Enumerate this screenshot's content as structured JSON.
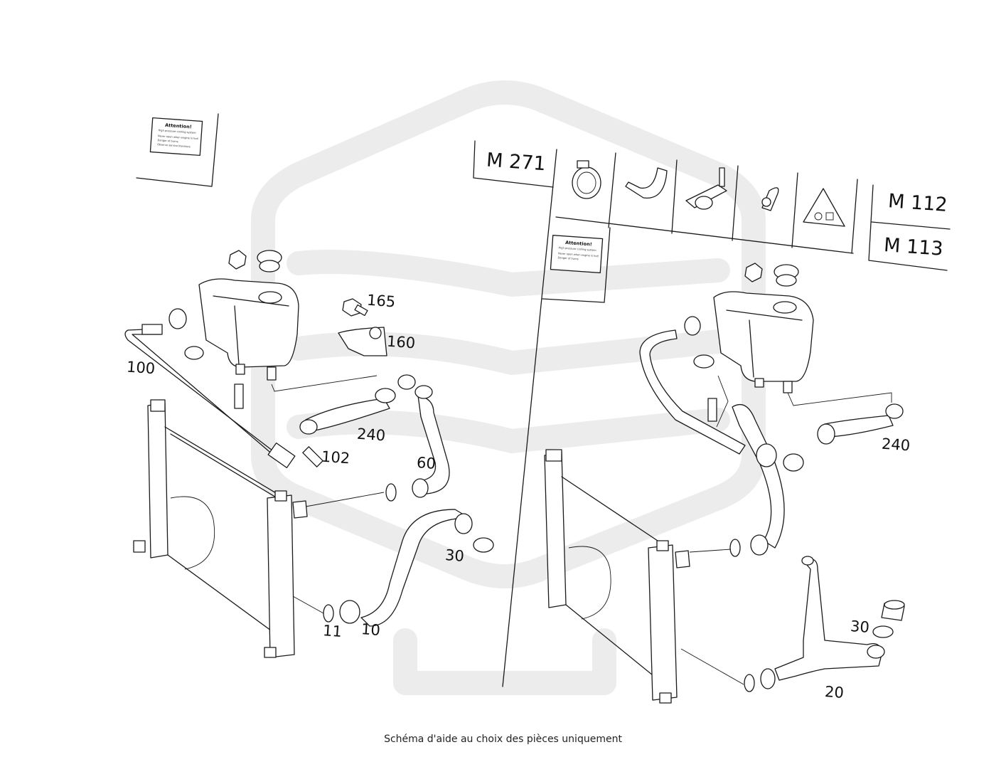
{
  "engines": {
    "left": "M 271",
    "right_top": "M 112",
    "right_bottom": "M 113"
  },
  "labels": {
    "head": "Attention!",
    "sub": "High pressure cooling system",
    "body": [
      "Never open when engine is hot!",
      "Danger of burns",
      "Observe service literature"
    ]
  },
  "callouts": {
    "left": {
      "c100": "100",
      "c165": "165",
      "c160": "160",
      "c240": "240",
      "c102": "102",
      "c60": "60",
      "c30": "30",
      "c11": "11",
      "c10": "10"
    },
    "right": {
      "c240": "240",
      "c30": "30",
      "c20": "20"
    }
  },
  "icons": [
    "hose-clamp-icon",
    "clip-icon",
    "bracket-clip-icon",
    "hook-clip-icon",
    "warning-triangle-icon"
  ],
  "footnote": "Schéma d'aide au choix des pièces uniquement",
  "colors": {
    "watermark": "#ececec",
    "ink": "#1a1a1a"
  }
}
